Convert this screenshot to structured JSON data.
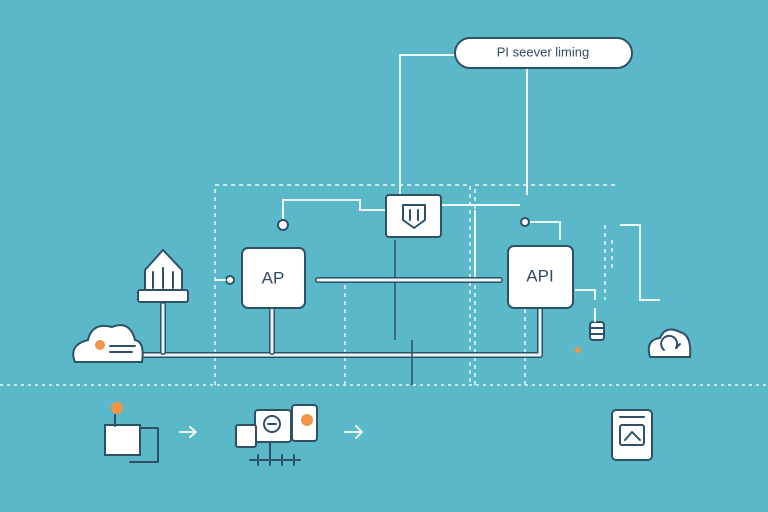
{
  "label_pill": {
    "text": "PI seever liming"
  },
  "nodes": {
    "left_api": {
      "label": "AP"
    },
    "right_api": {
      "label": "API"
    }
  },
  "colors": {
    "background": "#5bb8c8",
    "line": "#eaf6f8",
    "outline": "#2f5168",
    "accent": "#f0954a",
    "box": "#ffffff"
  },
  "icons": [
    "cloud-icon",
    "house-icon",
    "server-chip-icon",
    "database-icon",
    "cloud-sync-icon",
    "hand-card-icon",
    "arrow-right-icon",
    "machine-icon",
    "tablet-icon"
  ]
}
